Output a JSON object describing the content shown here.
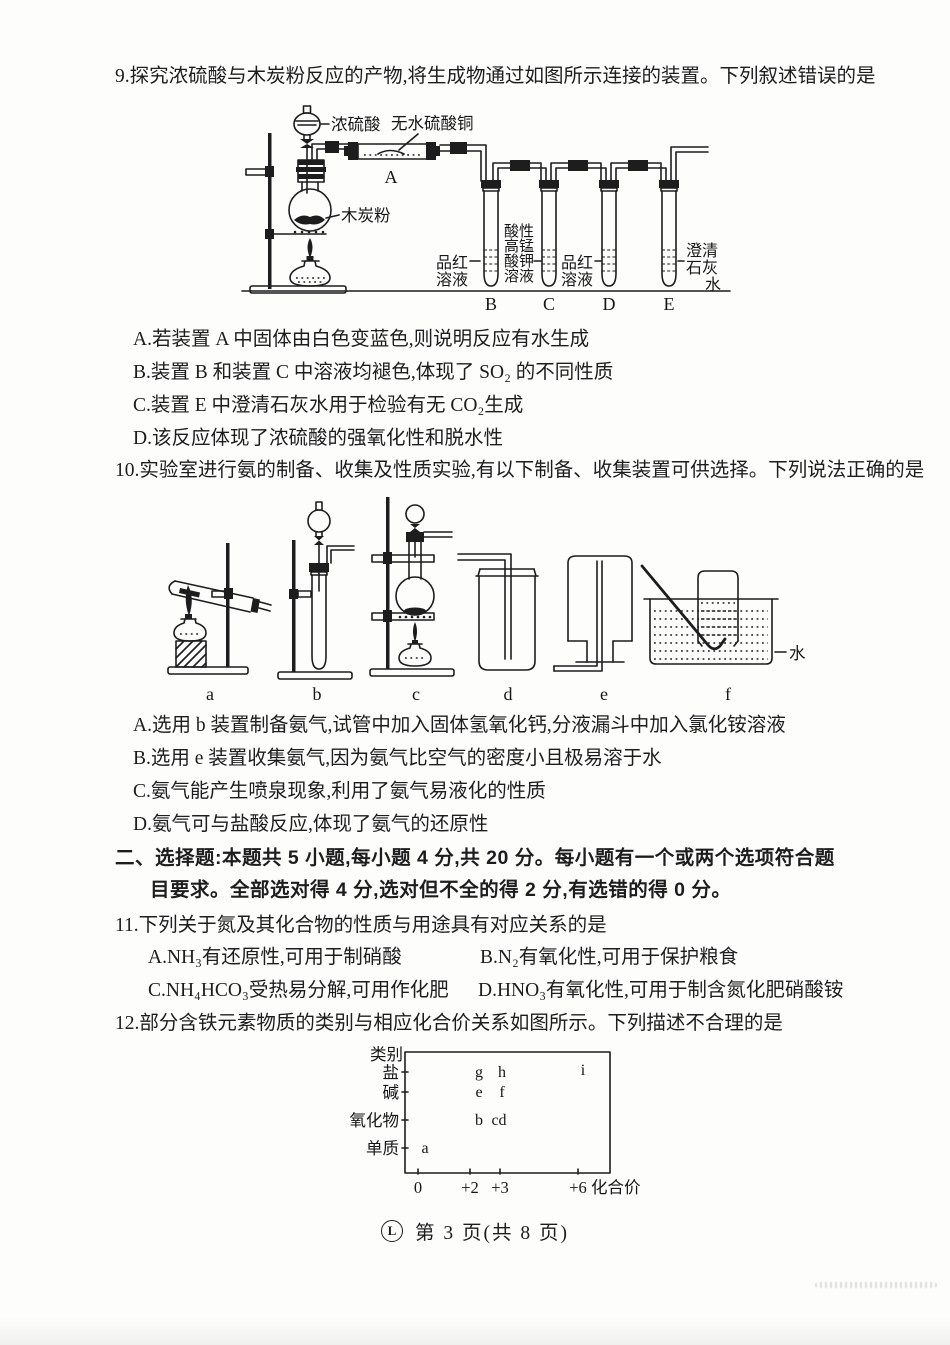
{
  "q9": {
    "stem": "9.探究浓硫酸与木炭粉反应的产物,将生成物通过如图所示连接的装置。下列叙述错误的是",
    "options": {
      "a": "A.若装置 A 中固体由白色变蓝色,则说明反应有水生成",
      "b": "B.装置 B 和装置 C 中溶液均褪色,体现了 SO₂ 的不同性质",
      "c": "C.装置 E 中澄清石灰水用于检验有无 CO₂生成",
      "d": "D.该反应体现了浓硫酸的强氧化性和脱水性"
    },
    "figure": {
      "acid_label": "浓硫酸",
      "cuso4_label": "无水硫酸铜",
      "device_a": "A",
      "charcoal_label": "木炭粉",
      "tubes": {
        "b": {
          "letter": "B",
          "lines": [
            "品红",
            "溶液"
          ]
        },
        "c": {
          "letter": "C",
          "lines": [
            "酸性",
            "高锰",
            "酸钾",
            "溶液"
          ]
        },
        "d": {
          "letter": "D",
          "lines": [
            "品红",
            "溶液"
          ]
        },
        "e": {
          "letter": "E",
          "lines": [
            "澄清",
            "石灰",
            "水"
          ]
        }
      }
    }
  },
  "q10": {
    "stem": "10.实验室进行氨的制备、收集及性质实验,有以下制备、收集装置可供选择。下列说法正确的是",
    "figure": {
      "letters": [
        "a",
        "b",
        "c",
        "d",
        "e",
        "f"
      ],
      "water_label": "水"
    },
    "options": {
      "a": "A.选用 b 装置制备氨气,试管中加入固体氢氧化钙,分液漏斗中加入氯化铵溶液",
      "b": "B.选用 e 装置收集氨气,因为氨气比空气的密度小且极易溶于水",
      "c": "C.氨气能产生喷泉现象,利用了氨气易液化的性质",
      "d": "D.氨气可与盐酸反应,体现了氨气的还原性"
    }
  },
  "section2": {
    "line1": "二、选择题:本题共 5 小题,每小题 4 分,共 20 分。每小题有一个或两个选项符合题",
    "line2": "目要求。全部选对得 4 分,选对但不全的得 2 分,有选错的得 0 分。"
  },
  "q11": {
    "stem": "11.下列关于氮及其化合物的性质与用途具有对应关系的是",
    "options": {
      "a": "A.NH₃有还原性,可用于制硝酸",
      "b": "B.N₂有氧化性,可用于保护粮食",
      "c": "C.NH₄HCO₃受热易分解,可用作化肥",
      "d": "D.HNO₃有氧化性,可用于制含氮化肥硝酸铵"
    }
  },
  "q12": {
    "stem": "12.部分含铁元素物质的类别与相应化合价关系如图所示。下列描述不合理的是",
    "chart": {
      "type": "scatter",
      "y_axis_label": "类别",
      "x_axis_label": "化合价",
      "y_ticks": [
        "盐",
        "碱",
        "氧化物",
        "单质"
      ],
      "x_ticks": [
        "0",
        "+2",
        "+3",
        "+6"
      ],
      "points": [
        {
          "label": "a",
          "valence": "0",
          "category": "单质"
        },
        {
          "label": "b",
          "valence": "+2",
          "category": "氧化物"
        },
        {
          "label": "cd",
          "valence": "+3",
          "category": "氧化物"
        },
        {
          "label": "e",
          "valence": "+2",
          "category": "碱"
        },
        {
          "label": "f",
          "valence": "+3",
          "category": "碱"
        },
        {
          "label": "g",
          "valence": "+2",
          "category": "盐"
        },
        {
          "label": "h",
          "valence": "+3",
          "category": "盐"
        },
        {
          "label": "i",
          "valence": "+6",
          "category": "盐"
        }
      ]
    }
  },
  "footer": {
    "badge": "L",
    "page_text": "第 3 页(共 8 页)"
  }
}
